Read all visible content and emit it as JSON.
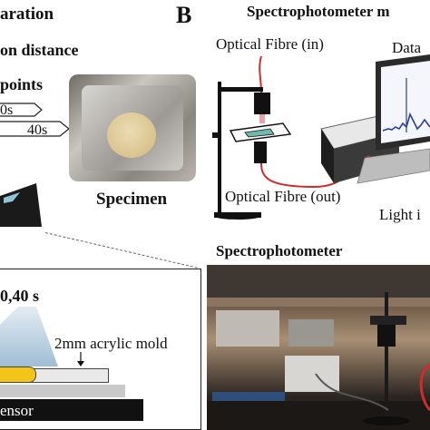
{
  "left_panel": {
    "title_partial": "aration",
    "distance_label_partial": "on distance",
    "points_label_partial": "points",
    "time_labels": [
      "0s",
      "40s"
    ],
    "specimen_caption": "Specimen",
    "time_label_partial": "0,40 s",
    "mold_label": "2mm acrylic mold",
    "sensor_label_partial": "ensor"
  },
  "right_panel": {
    "panel_letter": "B",
    "title_partial": "Spectrophotometer m",
    "optical_fibre_in": "Optical Fibre (in)",
    "data_label_partial": "Data",
    "optical_fibre_out": "Optical Fibre (out)",
    "light_label_partial": "Light i",
    "photo_title": "Spectrophotometer"
  },
  "colors": {
    "fibre_red": "#d62a2a",
    "sample_yellow": "#f2c51a",
    "plot_blue": "#2b3f9e"
  }
}
